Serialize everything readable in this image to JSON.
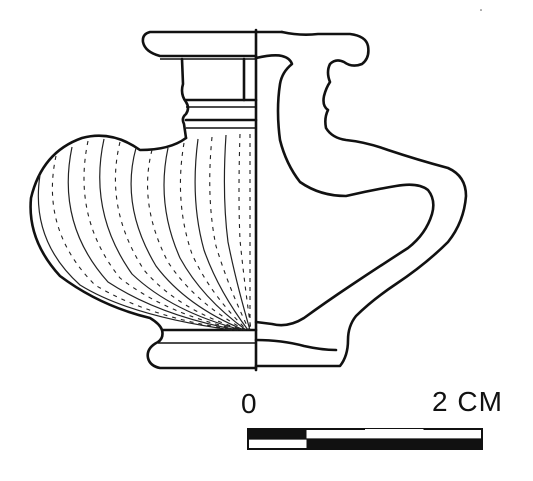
{
  "scale_bar": {
    "start_label": "0",
    "end_label": "2 CM",
    "segments": 4
  },
  "colors": {
    "ink": "#111111",
    "paper": "#ffffff"
  }
}
